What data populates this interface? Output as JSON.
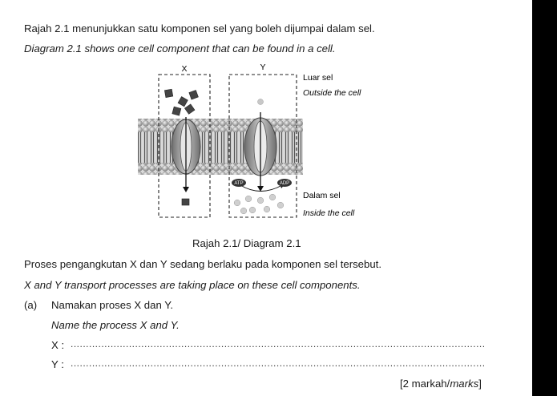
{
  "intro_ms": "Rajah 2.1 menunjukkan satu komponen sel yang boleh dijumpai dalam sel.",
  "intro_en": "Diagram 2.1 shows one cell component that can be found in a cell.",
  "diagram": {
    "label_x": "X",
    "label_y": "Y",
    "outside_ms": "Luar sel",
    "outside_en": "Outside the cell",
    "inside_ms": "Dalam sel",
    "inside_en": "Inside the cell",
    "atp": "ATP",
    "adp": "ADP"
  },
  "caption": "Rajah 2.1/ Diagram 2.1",
  "statement_ms": "Proses pengangkutan X dan Y sedang berlaku pada komponen sel tersebut.",
  "statement_en": "X and Y transport processes are taking place on these cell components.",
  "question": {
    "number": "(a)",
    "text_ms": "Namakan proses X dan Y.",
    "text_en": "Name the process X and Y.",
    "answer_x_label": "X :",
    "answer_y_label": "Y :",
    "marks_prefix": "[2 markah/",
    "marks_italic": "marks",
    "marks_suffix": "]"
  }
}
